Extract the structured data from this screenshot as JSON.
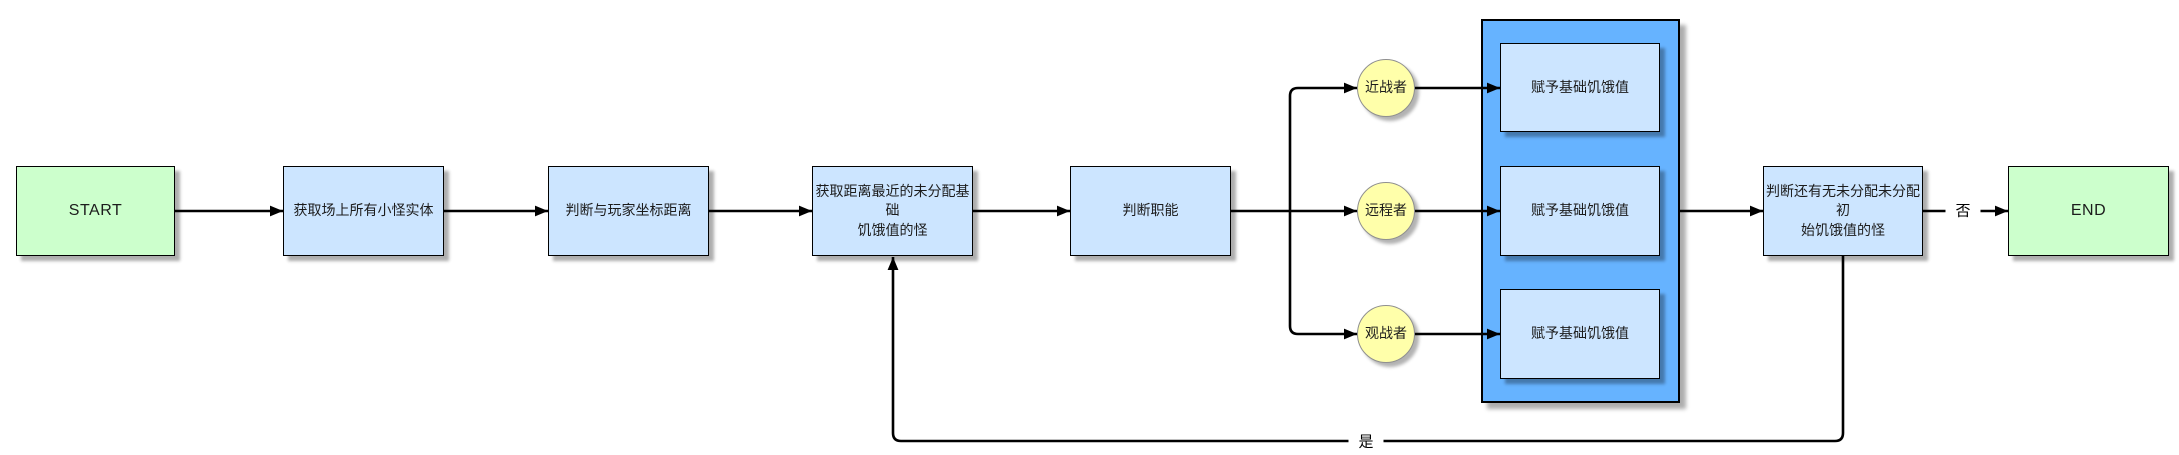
{
  "diagram": {
    "nodes": {
      "start": {
        "label": "START"
      },
      "get_all_mobs": {
        "label": "获取场上所有小怪实体"
      },
      "judge_player_distance": {
        "label": "判断与玩家坐标距离"
      },
      "get_nearest_unassigned": {
        "label": "获取距离最近的未分配基础\n饥饿值的怪"
      },
      "judge_role": {
        "label": "判断职能"
      },
      "role_melee": {
        "label": "近战者"
      },
      "role_ranged": {
        "label": "远程者"
      },
      "role_spectator": {
        "label": "观战者"
      },
      "assign_hunger_melee": {
        "label": "赋予基础饥饿值"
      },
      "assign_hunger_ranged": {
        "label": "赋予基础饥饿值"
      },
      "assign_hunger_spectator": {
        "label": "赋予基础饥饿值"
      },
      "judge_remaining": {
        "label": "判断还有无未分配未分配初\n始饥饿值的怪"
      },
      "end": {
        "label": "END"
      }
    },
    "edge_labels": {
      "yes": "是",
      "no": "否"
    },
    "colors": {
      "terminal_fill": "#ccffcc",
      "process_fill": "#cce5ff",
      "group_fill": "#66b3ff",
      "role_fill": "#ffffaa",
      "role_border": "#8f8f8f",
      "shape_border": "#000000",
      "arrow": "#000000",
      "background": "#ffffff"
    }
  }
}
